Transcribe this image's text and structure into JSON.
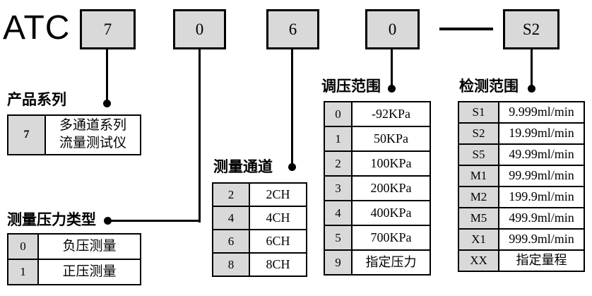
{
  "prefix": "ATC",
  "separator": "—",
  "colors": {
    "box_fill": "#d9d9d9",
    "line": "#000000",
    "background": "#ffffff"
  },
  "code_boxes": [
    {
      "code": "7"
    },
    {
      "code": "0"
    },
    {
      "code": "6"
    },
    {
      "code": "0"
    },
    {
      "code": "S2"
    }
  ],
  "sections": [
    {
      "id": "product-series",
      "title": "产品系列",
      "rows": [
        {
          "code": "7",
          "value": "多通道系列\n流量测试仪"
        }
      ]
    },
    {
      "id": "pressure-type",
      "title": "测量压力类型",
      "rows": [
        {
          "code": "0",
          "value": "负压测量"
        },
        {
          "code": "1",
          "value": "正压测量"
        }
      ]
    },
    {
      "id": "channels",
      "title": "测量通道",
      "rows": [
        {
          "code": "2",
          "value": "2CH"
        },
        {
          "code": "4",
          "value": "4CH"
        },
        {
          "code": "6",
          "value": "6CH"
        },
        {
          "code": "8",
          "value": "8CH"
        }
      ]
    },
    {
      "id": "pressure-range",
      "title": "调压范围",
      "rows": [
        {
          "code": "0",
          "value": "-92KPa"
        },
        {
          "code": "1",
          "value": "50KPa"
        },
        {
          "code": "2",
          "value": "100KPa"
        },
        {
          "code": "3",
          "value": "200KPa"
        },
        {
          "code": "4",
          "value": "400KPa"
        },
        {
          "code": "5",
          "value": "700KPa"
        },
        {
          "code": "9",
          "value": "指定压力"
        }
      ]
    },
    {
      "id": "detection-range",
      "title": "检测范围",
      "rows": [
        {
          "code": "S1",
          "value": "9.999ml/min"
        },
        {
          "code": "S2",
          "value": "19.99ml/min"
        },
        {
          "code": "S5",
          "value": "49.99ml/min"
        },
        {
          "code": "M1",
          "value": "99.99ml/min"
        },
        {
          "code": "M2",
          "value": "199.9ml/min"
        },
        {
          "code": "M5",
          "value": "499.9ml/min"
        },
        {
          "code": "X1",
          "value": "999.9ml/min"
        },
        {
          "code": "XX",
          "value": "指定量程"
        }
      ]
    }
  ]
}
